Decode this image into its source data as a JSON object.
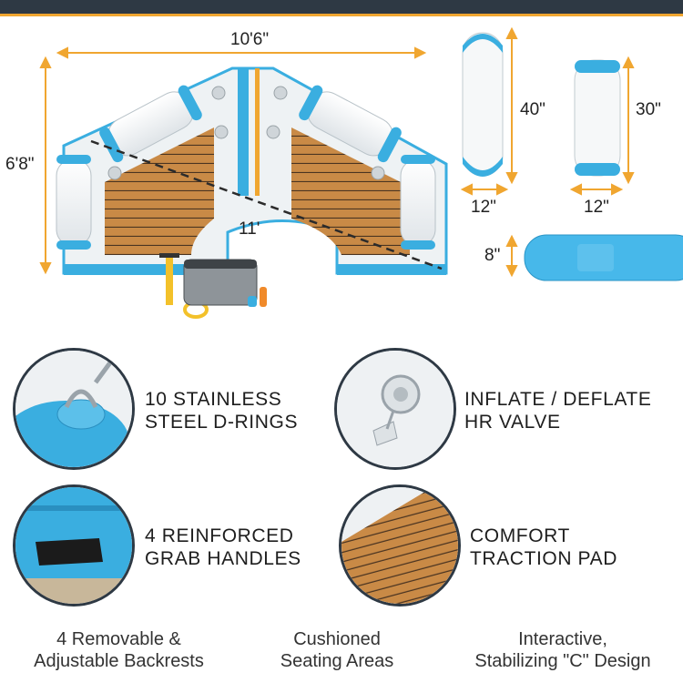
{
  "colors": {
    "header_bar": "#2e3944",
    "accent_orange": "#f0a630",
    "raft_blue": "#3aaee0",
    "deck_wood": "#c98a46",
    "raft_white": "#f2f4f5"
  },
  "dimensions": {
    "raft_width": "10'6\"",
    "raft_height": "6'8\"",
    "raft_diagonal": "11'",
    "backrest_large_height": "40\"",
    "backrest_large_width": "12\"",
    "backrest_small_height": "30\"",
    "backrest_small_width": "12\"",
    "bolster_diameter": "8\""
  },
  "features": [
    {
      "icon": "d-ring-icon",
      "line1": "10 STAINLESS",
      "line2": "STEEL D-RINGS"
    },
    {
      "icon": "valve-icon",
      "line1": "INFLATE / DEFLATE",
      "line2": "HR VALVE"
    },
    {
      "icon": "grab-handle-icon",
      "line1": "4 REINFORCED",
      "line2": "GRAB HANDLES"
    },
    {
      "icon": "traction-pad-icon",
      "line1": "COMFORT",
      "line2": "TRACTION PAD"
    }
  ],
  "captions": [
    {
      "line1": "4 Removable &",
      "line2": "Adjustable Backrests"
    },
    {
      "line1": "Cushioned",
      "line2": "Seating Areas"
    },
    {
      "line1": "Interactive,",
      "line2": "Stabilizing \"C\" Design"
    }
  ]
}
